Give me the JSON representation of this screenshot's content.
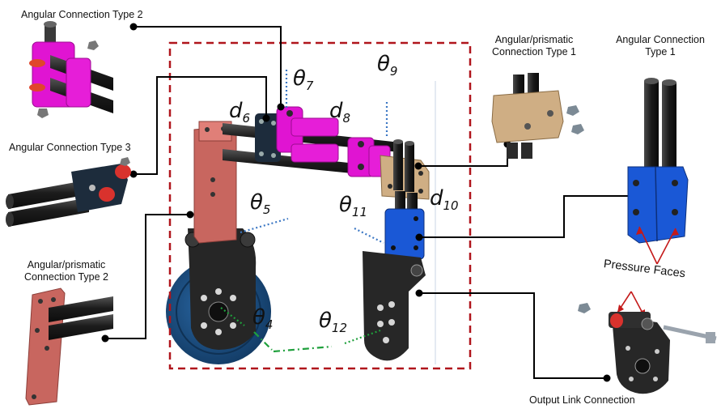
{
  "labels": {
    "angular_type2": "Angular Connection Type 2",
    "angular_type3": "Angular Connection Type 3",
    "ap_type2_line1": "Angular/prismatic",
    "ap_type2_line2": "Connection Type 2",
    "ap_type1_line1": "Angular/prismatic",
    "ap_type1_line2": "Connection Type 1",
    "angular_type1_line1": "Angular Connection",
    "angular_type1_line2": "Type 1",
    "pressure_faces": "Pressure Faces",
    "output_link": "Output Link Connection"
  },
  "symbols": {
    "theta7": {
      "base": "θ",
      "sub": "7"
    },
    "theta9": {
      "base": "θ",
      "sub": "9"
    },
    "d6": {
      "base": "d",
      "sub": "6"
    },
    "d8": {
      "base": "d",
      "sub": "8"
    },
    "theta5": {
      "base": "θ",
      "sub": "5"
    },
    "theta11": {
      "base": "θ",
      "sub": "11"
    },
    "d10": {
      "base": "d",
      "sub": "10"
    },
    "theta4": {
      "base": "θ",
      "sub": "4"
    },
    "theta12": {
      "base": "θ",
      "sub": "12"
    }
  },
  "colors": {
    "frame": "#b0151c",
    "leader": "#000000",
    "magenta": "#e014d2",
    "salmon": "#c8665f",
    "blue": "#1a58d6",
    "tan": "#cfae84",
    "dark": "#2a2a2a",
    "disc": "#1d4f82",
    "dot_blue": "#3b77c4",
    "dot_green": "#1fa03c"
  },
  "icons": [
    "bolt-icon",
    "nut-icon",
    "tube-icon"
  ]
}
